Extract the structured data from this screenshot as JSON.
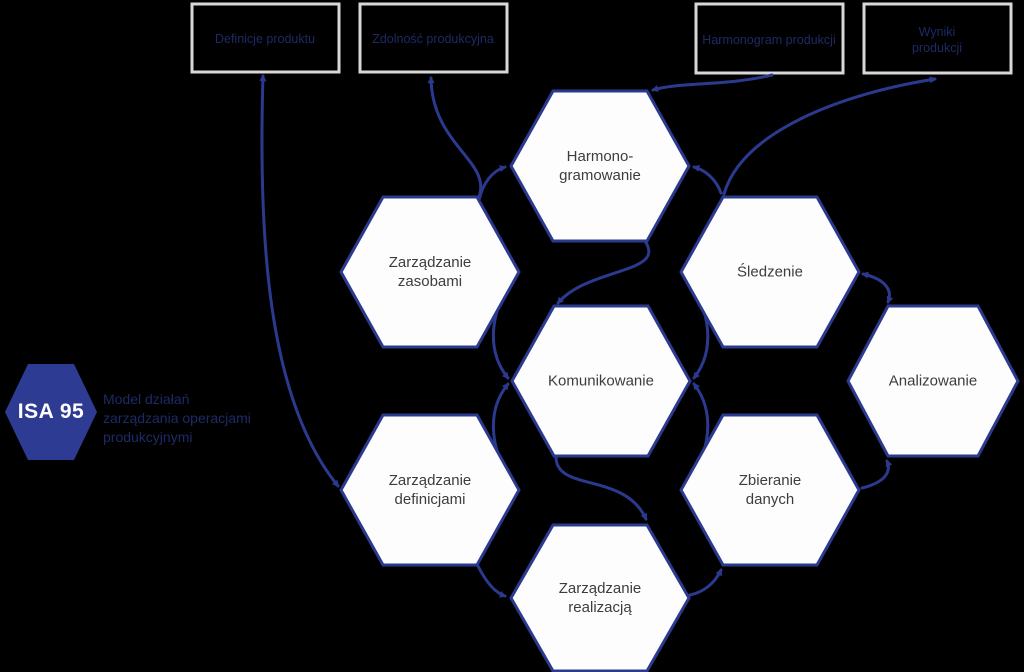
{
  "badge": {
    "label": "ISA 95"
  },
  "caption": {
    "line1": "Model działań",
    "line2": "zarządzania operacjami",
    "line3": "produkcyjnymi"
  },
  "top_boxes": {
    "b1": {
      "label": "Definicje produktu"
    },
    "b2": {
      "label": "Zdolność produkcyjna"
    },
    "b3": {
      "label": "Harmonogram produkcji"
    },
    "b4": {
      "line1": "Wyniki",
      "line2": "produkcji"
    }
  },
  "hexes": {
    "harmonogramowanie": {
      "line1": "Harmono-",
      "line2": "gramowanie"
    },
    "zasoby": {
      "line1": "Zarządzanie",
      "line2": "zasobami"
    },
    "sledzenie": {
      "line1": "Śledzenie"
    },
    "komunikowanie": {
      "line1": "Komunikowanie"
    },
    "analizowanie": {
      "line1": "Analizowanie"
    },
    "definicje": {
      "line1": "Zarządzanie",
      "line2": "definicjami"
    },
    "zbieranie": {
      "line1": "Zbieranie",
      "line2": "danych"
    },
    "realizacja": {
      "line1": "Zarządzanie",
      "line2": "realizacją"
    }
  },
  "colors": {
    "background": "#000000",
    "hex_border_and_arrows": "#2b3a8f",
    "hex_fill": "#fdfdfd",
    "badge_fill": "#2e3b92",
    "badge_text": "#ffffff",
    "top_box_border": "#d8d8d8",
    "dark_navy_text": "#1d2a66",
    "hex_label_text": "#3d3d3d"
  }
}
